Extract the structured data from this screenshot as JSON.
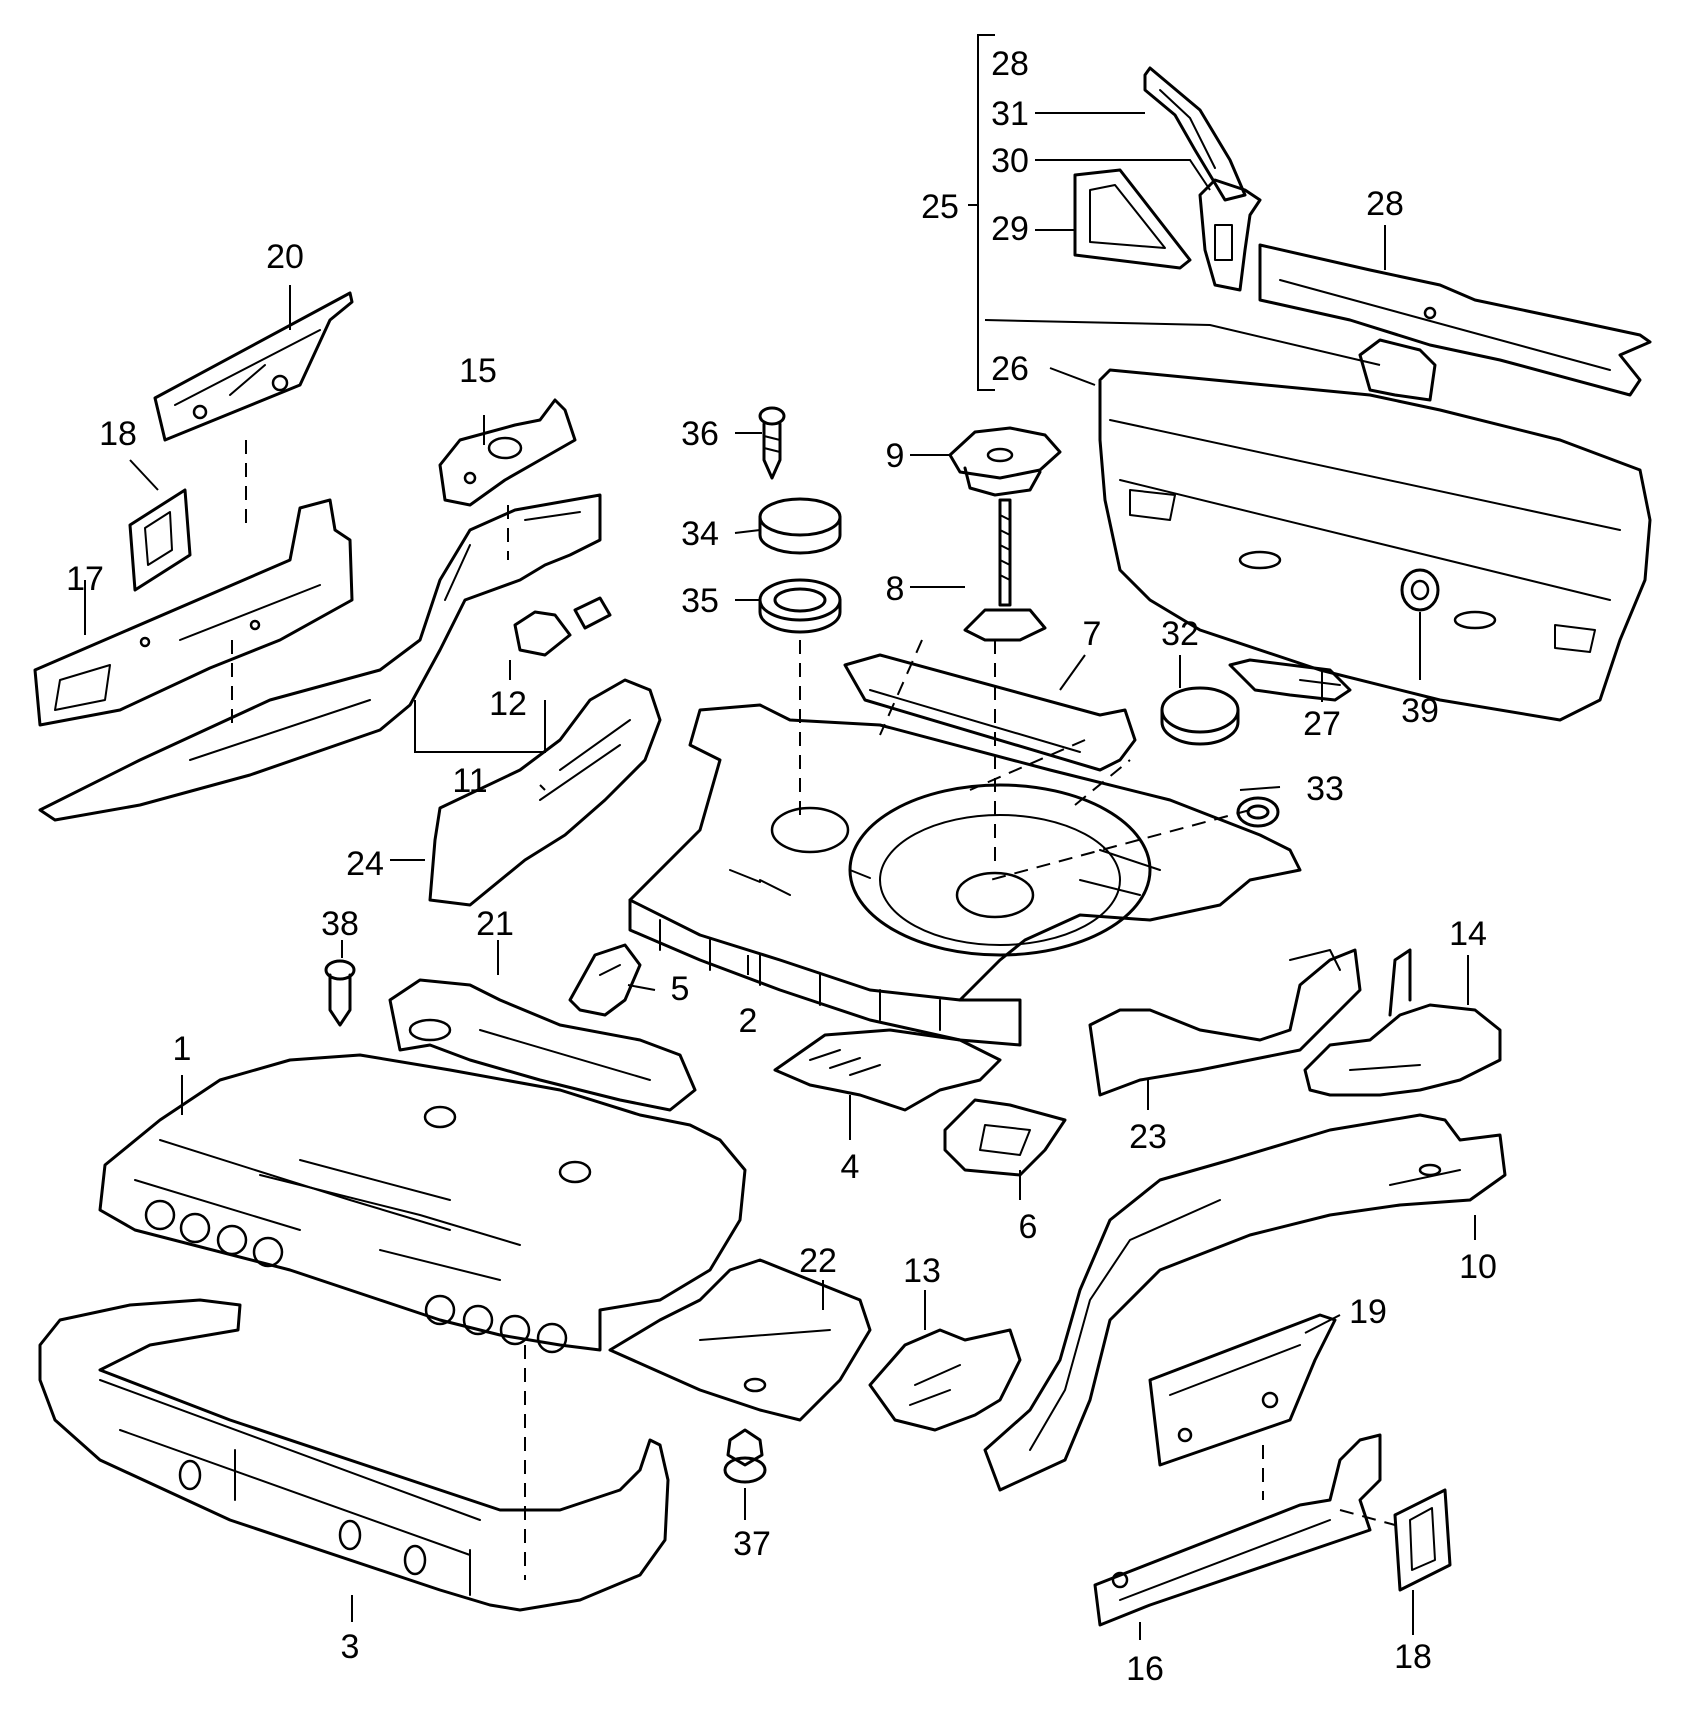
{
  "diagram": {
    "callouts": {
      "c1": "1",
      "c2": "2",
      "c3": "3",
      "c4": "4",
      "c5": "5",
      "c6": "6",
      "c7": "7",
      "c8": "8",
      "c9": "9",
      "c10": "10",
      "c11": "11",
      "c12": "12",
      "c13": "13",
      "c14": "14",
      "c15": "15",
      "c16": "16",
      "c17": "17",
      "c18a": "18",
      "c18b": "18",
      "c19": "19",
      "c20": "20",
      "c21": "21",
      "c22": "22",
      "c23": "23",
      "c24": "24",
      "c25": "25",
      "c26": "26",
      "c27": "27",
      "c28a": "28",
      "c28b": "28",
      "c29": "29",
      "c30": "30",
      "c31": "31",
      "c32": "32",
      "c33": "33",
      "c34": "34",
      "c35": "35",
      "c36": "36",
      "c37": "37",
      "c38": "38",
      "c39": "39"
    }
  }
}
